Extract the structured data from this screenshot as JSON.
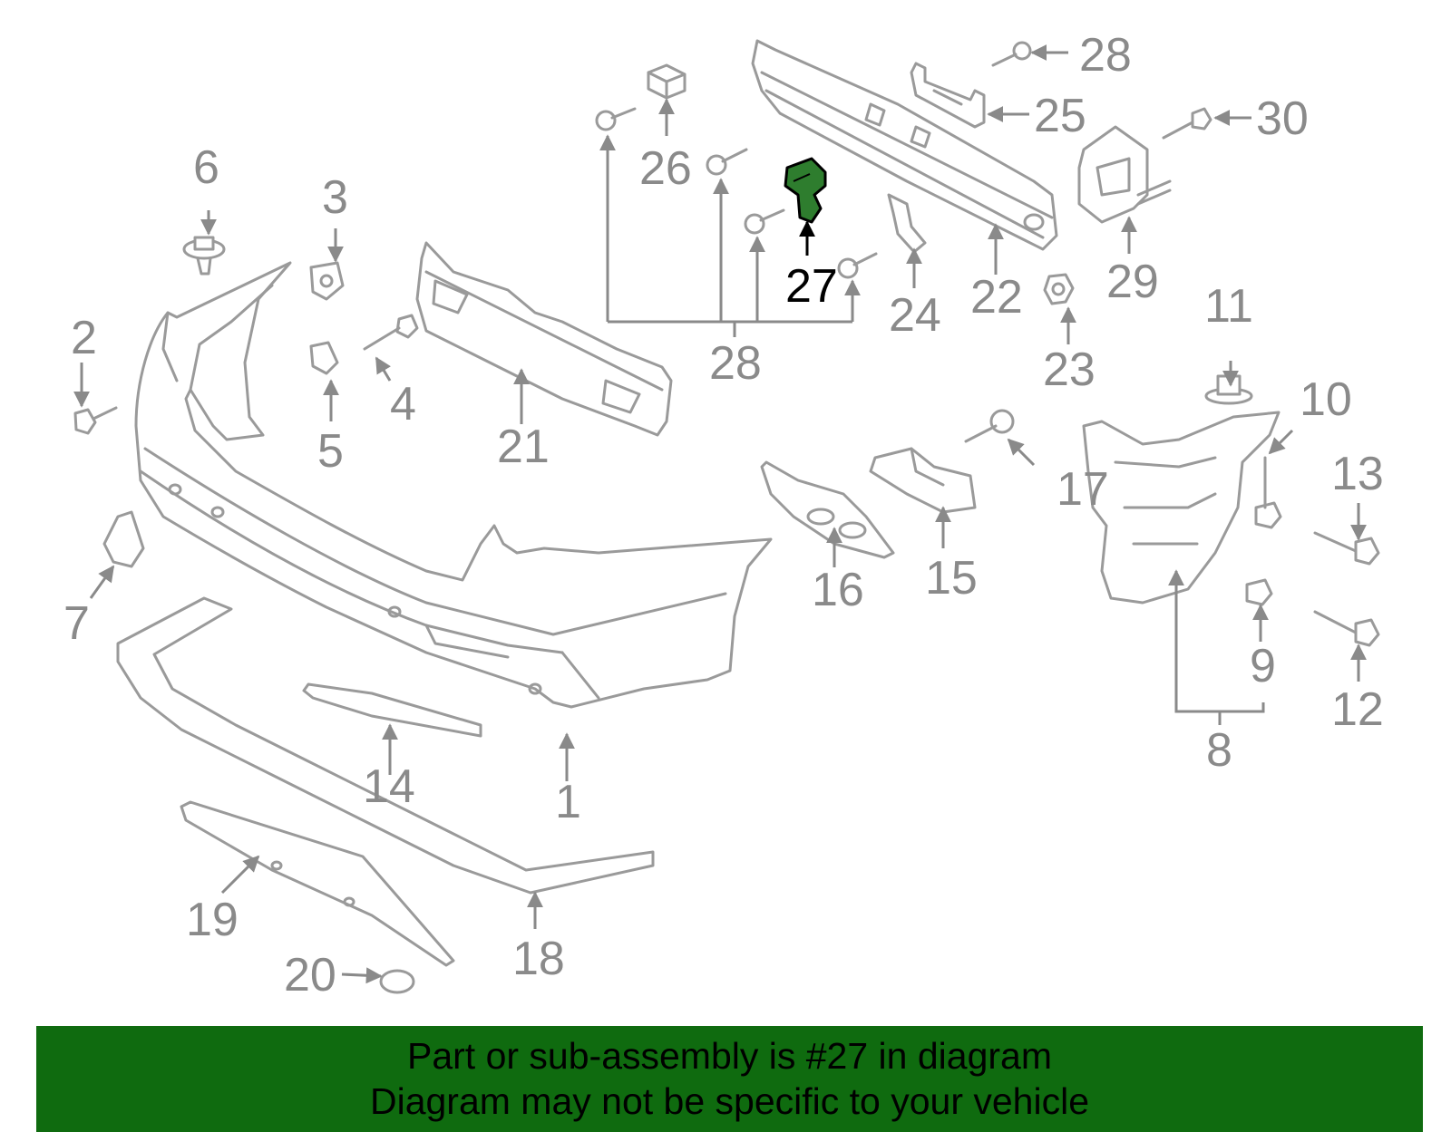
{
  "callouts": {
    "c1": "1",
    "c2": "2",
    "c3": "3",
    "c4": "4",
    "c5": "5",
    "c6": "6",
    "c7": "7",
    "c8": "8",
    "c9": "9",
    "c10": "10",
    "c11": "11",
    "c12": "12",
    "c13": "13",
    "c14": "14",
    "c15": "15",
    "c16": "16",
    "c17": "17",
    "c18": "18",
    "c19": "19",
    "c20": "20",
    "c21": "21",
    "c22": "22",
    "c23": "23",
    "c24": "24",
    "c25": "25",
    "c26": "26",
    "c27": "27",
    "c28a": "28",
    "c28b": "28",
    "c29": "29",
    "c30": "30"
  },
  "highlight": {
    "part": "27",
    "color": "#2e7d2e"
  },
  "banner": {
    "line1": "Part or sub-assembly is #27 in diagram",
    "line2": "Diagram may not be specific to your vehicle",
    "background": "#0f6b0f"
  }
}
